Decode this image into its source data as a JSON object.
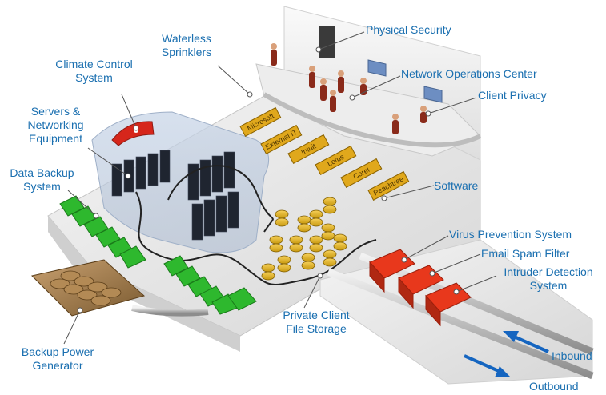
{
  "labels": {
    "physical_security": "Physical Security",
    "waterless_sprinklers": [
      "Waterless",
      "Sprinklers"
    ],
    "climate_control": [
      "Climate Control",
      "System"
    ],
    "network_operations_center": "Network Operations Center",
    "client_privacy": "Client Privacy",
    "servers_networking": [
      "Servers &",
      "Networking",
      "Equipment"
    ],
    "data_backup": [
      "Data Backup",
      "System"
    ],
    "software": "Software",
    "virus_prevention": "Virus Prevention System",
    "email_spam_filter": "Email Spam Filter",
    "intruder_detection": [
      "Intruder Detection",
      "System"
    ],
    "private_client_storage": [
      "Private Client",
      "File Storage"
    ],
    "backup_power": [
      "Backup Power",
      "Generator"
    ],
    "inbound": "Inbound",
    "outbound": "Outbound"
  },
  "software_boxes": [
    "Microsoft",
    "External IT",
    "Intuit",
    "Lotus",
    "Corel",
    "Peachtree"
  ],
  "colors": {
    "label_text": "#1a6fb0",
    "floor": "#e8e8e8",
    "server_green": "#2eb82e",
    "security_red": "#e8381c",
    "software_gold": "#e0a81c",
    "arrow_blue": "#1565c0"
  }
}
